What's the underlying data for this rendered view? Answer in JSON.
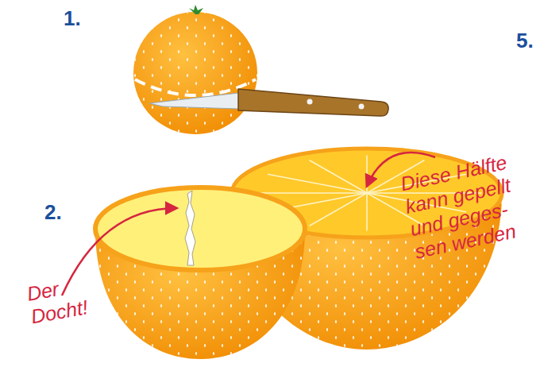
{
  "diagram": {
    "labels": [
      "1.",
      "5.",
      "Diese Hälfte kann gepellt und geges- sen werden",
      "2.",
      "Der Docht!"
    ]
  }
}
